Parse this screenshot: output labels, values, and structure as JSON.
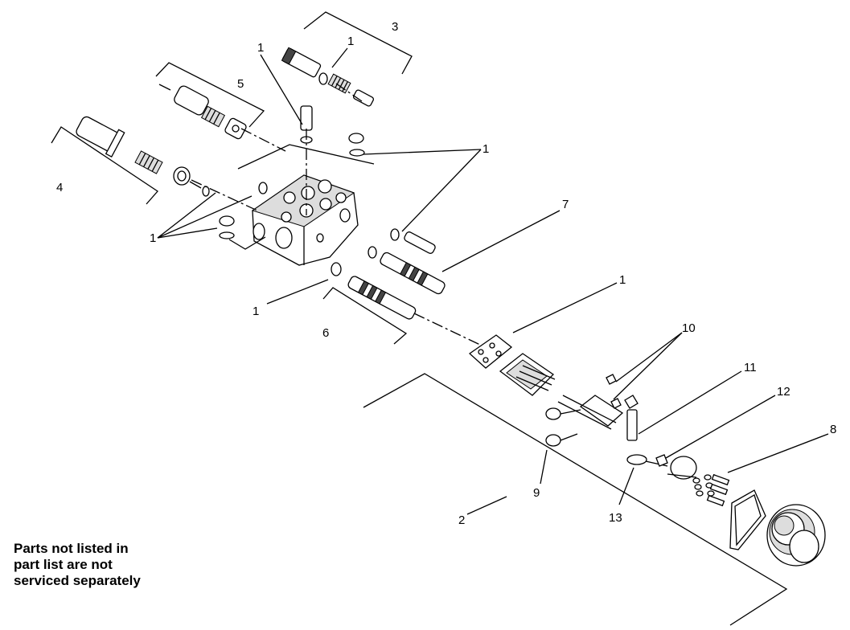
{
  "note": "Parts not listed in\npart list are not\nserviced separately",
  "callouts": [
    "1",
    "1",
    "1",
    "1",
    "1",
    "1",
    "1",
    "1",
    "2",
    "3",
    "4",
    "5",
    "6",
    "7",
    "8",
    "9",
    "10",
    "11",
    "12",
    "13"
  ]
}
